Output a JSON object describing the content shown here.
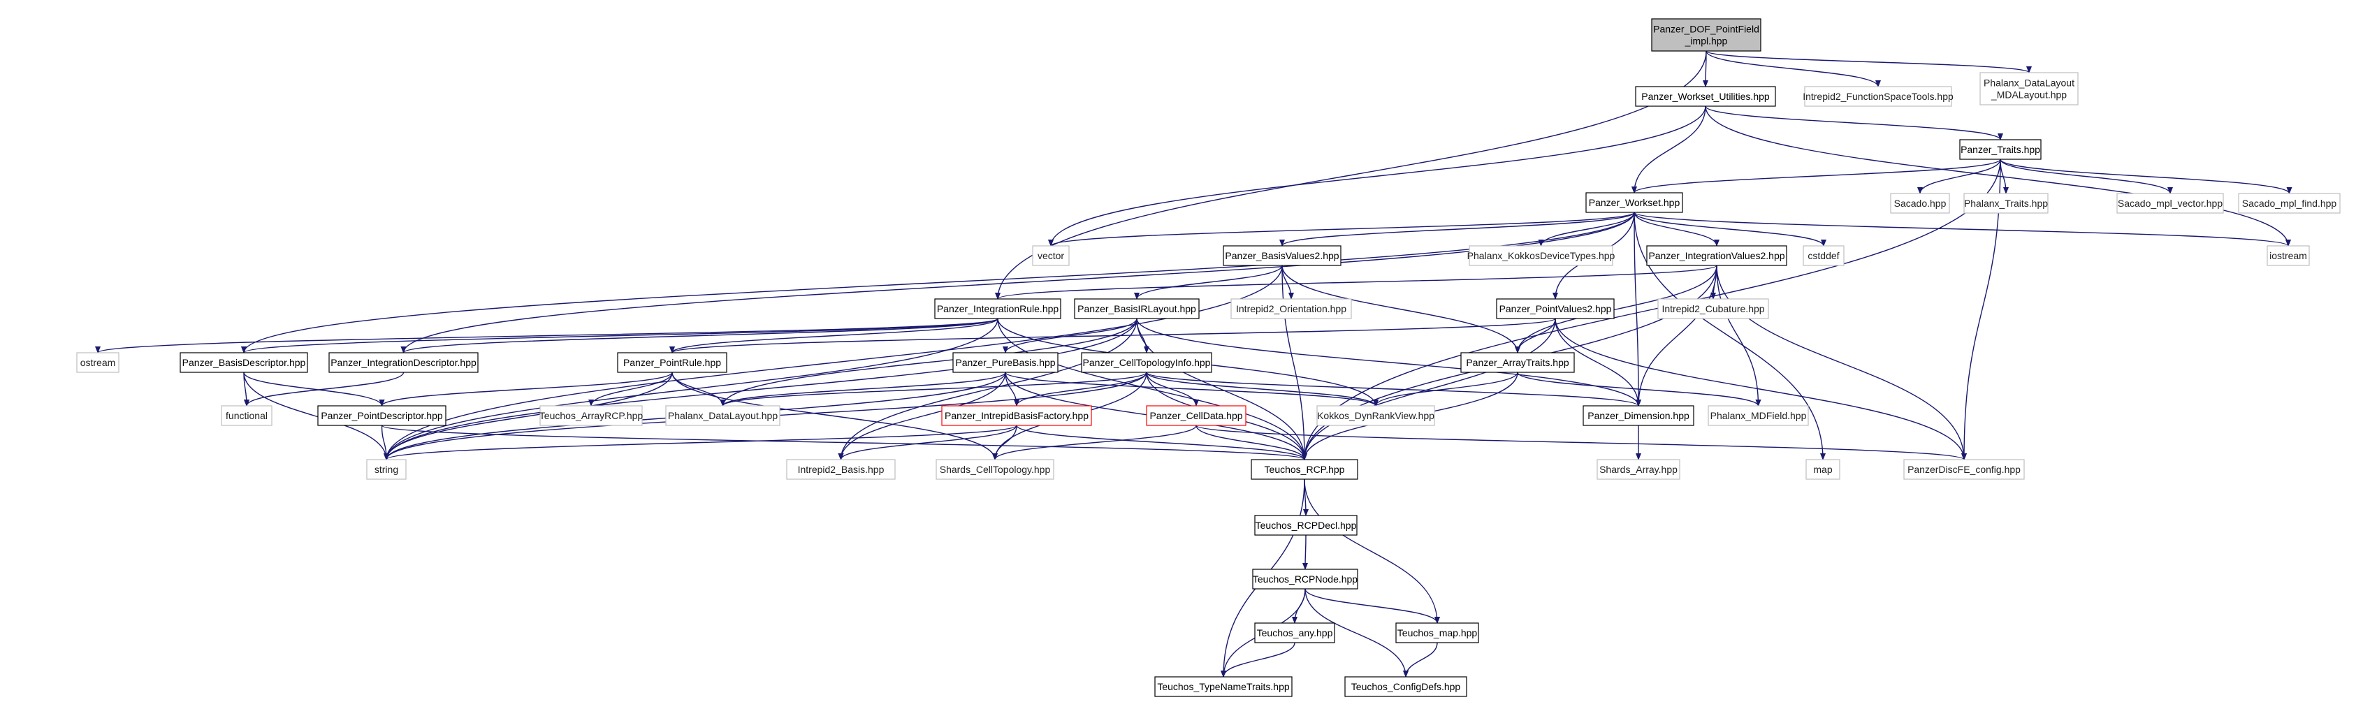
{
  "colors": {
    "edge": "#191970",
    "root_fill": "#bfbfbf",
    "node_border": "#000000",
    "external_border": "#bfbfbf",
    "incomplete_border": "#ff0000",
    "background": "#ffffff"
  },
  "nodes": [
    {
      "id": "root",
      "label": [
        "Panzer_DOF_PointField",
        "_impl.hpp"
      ],
      "style": "root"
    },
    {
      "id": "workset_util",
      "label": [
        "Panzer_Workset_Utilities.hpp"
      ],
      "style": "normal"
    },
    {
      "id": "intrepid2_fst",
      "label": [
        "Intrepid2_FunctionSpaceTools.hpp"
      ],
      "style": "external"
    },
    {
      "id": "phalanx_dl_mda",
      "label": [
        "Phalanx_DataLayout",
        "_MDALayout.hpp"
      ],
      "style": "external"
    },
    {
      "id": "traits",
      "label": [
        "Panzer_Traits.hpp"
      ],
      "style": "normal"
    },
    {
      "id": "sacado",
      "label": [
        "Sacado.hpp"
      ],
      "style": "external"
    },
    {
      "id": "phalanx_traits",
      "label": [
        "Phalanx_Traits.hpp"
      ],
      "style": "external"
    },
    {
      "id": "sacado_vector",
      "label": [
        "Sacado_mpl_vector.hpp"
      ],
      "style": "external"
    },
    {
      "id": "sacado_find",
      "label": [
        "Sacado_mpl_find.hpp"
      ],
      "style": "external"
    },
    {
      "id": "workset",
      "label": [
        "Panzer_Workset.hpp"
      ],
      "style": "normal"
    },
    {
      "id": "vector",
      "label": [
        "vector"
      ],
      "style": "external"
    },
    {
      "id": "basisvalues2",
      "label": [
        "Panzer_BasisValues2.hpp"
      ],
      "style": "normal"
    },
    {
      "id": "kokkos_dev",
      "label": [
        "Phalanx_KokkosDeviceTypes.hpp"
      ],
      "style": "external"
    },
    {
      "id": "intvalues2",
      "label": [
        "Panzer_IntegrationValues2.hpp"
      ],
      "style": "normal"
    },
    {
      "id": "cstddef",
      "label": [
        "cstddef"
      ],
      "style": "external"
    },
    {
      "id": "iostream",
      "label": [
        "iostream"
      ],
      "style": "external"
    },
    {
      "id": "intrule",
      "label": [
        "Panzer_IntegrationRule.hpp"
      ],
      "style": "normal"
    },
    {
      "id": "basisirlayout",
      "label": [
        "Panzer_BasisIRLayout.hpp"
      ],
      "style": "normal"
    },
    {
      "id": "intrepid2_orient",
      "label": [
        "Intrepid2_Orientation.hpp"
      ],
      "style": "external"
    },
    {
      "id": "pointvalues2",
      "label": [
        "Panzer_PointValues2.hpp"
      ],
      "style": "normal"
    },
    {
      "id": "intrepid2_cub",
      "label": [
        "Intrepid2_Cubature.hpp"
      ],
      "style": "external"
    },
    {
      "id": "ostream",
      "label": [
        "ostream"
      ],
      "style": "external"
    },
    {
      "id": "basisdesc",
      "label": [
        "Panzer_BasisDescriptor.hpp"
      ],
      "style": "normal"
    },
    {
      "id": "intdesc",
      "label": [
        "Panzer_IntegrationDescriptor.hpp"
      ],
      "style": "normal"
    },
    {
      "id": "pointrule",
      "label": [
        "Panzer_PointRule.hpp"
      ],
      "style": "normal"
    },
    {
      "id": "purebasis",
      "label": [
        "Panzer_PureBasis.hpp"
      ],
      "style": "normal"
    },
    {
      "id": "celltopo",
      "label": [
        "Panzer_CellTopologyInfo.hpp"
      ],
      "style": "normal"
    },
    {
      "id": "arraytraits",
      "label": [
        "Panzer_ArrayTraits.hpp"
      ],
      "style": "normal"
    },
    {
      "id": "functional",
      "label": [
        "functional"
      ],
      "style": "external"
    },
    {
      "id": "teuchos_arrayrcp",
      "label": [
        "Teuchos_ArrayRCP.hpp"
      ],
      "style": "external"
    },
    {
      "id": "phalanx_dl",
      "label": [
        "Phalanx_DataLayout.hpp"
      ],
      "style": "external"
    },
    {
      "id": "kokkos_drv",
      "label": [
        "Kokkos_DynRankView.hpp"
      ],
      "style": "external"
    },
    {
      "id": "dimension",
      "label": [
        "Panzer_Dimension.hpp"
      ],
      "style": "normal"
    },
    {
      "id": "phalanx_mdfield",
      "label": [
        "Phalanx_MDField.hpp"
      ],
      "style": "external"
    },
    {
      "id": "pointdesc",
      "label": [
        "Panzer_PointDescriptor.hpp"
      ],
      "style": "normal"
    },
    {
      "id": "intrepidbasisfactory",
      "label": [
        "Panzer_IntrepidBasisFactory.hpp"
      ],
      "style": "incomplete"
    },
    {
      "id": "celldata",
      "label": [
        "Panzer_CellData.hpp"
      ],
      "style": "incomplete"
    },
    {
      "id": "string",
      "label": [
        "string"
      ],
      "style": "external"
    },
    {
      "id": "intrepid2_basis",
      "label": [
        "Intrepid2_Basis.hpp"
      ],
      "style": "external"
    },
    {
      "id": "shards_ct",
      "label": [
        "Shards_CellTopology.hpp"
      ],
      "style": "external"
    },
    {
      "id": "teuchos_rcp",
      "label": [
        "Teuchos_RCP.hpp"
      ],
      "style": "normal"
    },
    {
      "id": "shards_array",
      "label": [
        "Shards_Array.hpp"
      ],
      "style": "external"
    },
    {
      "id": "map",
      "label": [
        "map"
      ],
      "style": "external"
    },
    {
      "id": "discfe_config",
      "label": [
        "PanzerDiscFE_config.hpp"
      ],
      "style": "external"
    },
    {
      "id": "teuchos_rcpdecl",
      "label": [
        "Teuchos_RCPDecl.hpp"
      ],
      "style": "normal"
    },
    {
      "id": "teuchos_rcpnode",
      "label": [
        "Teuchos_RCPNode.hpp"
      ],
      "style": "normal"
    },
    {
      "id": "teuchos_any",
      "label": [
        "Teuchos_any.hpp"
      ],
      "style": "normal"
    },
    {
      "id": "teuchos_map",
      "label": [
        "Teuchos_map.hpp"
      ],
      "style": "normal"
    },
    {
      "id": "teuchos_typenametraits",
      "label": [
        "Teuchos_TypeNameTraits.hpp"
      ],
      "style": "normal"
    },
    {
      "id": "teuchos_configdefs",
      "label": [
        "Teuchos_ConfigDefs.hpp"
      ],
      "style": "normal"
    }
  ],
  "edges": [
    [
      "root",
      "workset_util"
    ],
    [
      "root",
      "intrepid2_fst"
    ],
    [
      "root",
      "phalanx_dl_mda"
    ],
    [
      "root",
      "intrule"
    ],
    [
      "workset_util",
      "workset"
    ],
    [
      "workset_util",
      "traits"
    ],
    [
      "workset_util",
      "vector"
    ],
    [
      "workset_util",
      "iostream"
    ],
    [
      "traits",
      "workset"
    ],
    [
      "traits",
      "sacado"
    ],
    [
      "traits",
      "phalanx_traits"
    ],
    [
      "traits",
      "sacado_vector"
    ],
    [
      "traits",
      "sacado_find"
    ],
    [
      "traits",
      "teuchos_rcp"
    ],
    [
      "traits",
      "discfe_config"
    ],
    [
      "workset",
      "vector"
    ],
    [
      "workset",
      "basisvalues2"
    ],
    [
      "workset",
      "kokkos_dev"
    ],
    [
      "workset",
      "intvalues2"
    ],
    [
      "workset",
      "cstddef"
    ],
    [
      "workset",
      "iostream"
    ],
    [
      "workset",
      "pointvalues2"
    ],
    [
      "workset",
      "intdesc"
    ],
    [
      "workset",
      "basisdesc"
    ],
    [
      "workset",
      "dimension"
    ],
    [
      "workset",
      "map"
    ],
    [
      "basisvalues2",
      "basisirlayout"
    ],
    [
      "basisvalues2",
      "intrepid2_orient"
    ],
    [
      "basisvalues2",
      "arraytraits"
    ],
    [
      "basisvalues2",
      "teuchos_rcp"
    ],
    [
      "basisvalues2",
      "string"
    ],
    [
      "intvalues2",
      "intrule"
    ],
    [
      "intvalues2",
      "intrepid2_cub"
    ],
    [
      "intvalues2",
      "arraytraits"
    ],
    [
      "intvalues2",
      "dimension"
    ],
    [
      "intvalues2",
      "phalanx_mdfield"
    ],
    [
      "intvalues2",
      "teuchos_rcp"
    ],
    [
      "intvalues2",
      "discfe_config"
    ],
    [
      "intrule",
      "ostream"
    ],
    [
      "intrule",
      "basisdesc"
    ],
    [
      "intrule",
      "intdesc"
    ],
    [
      "intrule",
      "pointrule"
    ],
    [
      "intrule",
      "teuchos_rcp"
    ],
    [
      "intrule",
      "string"
    ],
    [
      "intrule",
      "kokkos_drv"
    ],
    [
      "basisirlayout",
      "purebasis"
    ],
    [
      "basisirlayout",
      "celltopo"
    ],
    [
      "basisirlayout",
      "phalanx_dl"
    ],
    [
      "basisirlayout",
      "teuchos_rcp"
    ],
    [
      "basisirlayout",
      "string"
    ],
    [
      "basisirlayout",
      "dimension"
    ],
    [
      "basisirlayout",
      "intrepid2_basis"
    ],
    [
      "pointvalues2",
      "pointrule"
    ],
    [
      "pointvalues2",
      "arraytraits"
    ],
    [
      "pointvalues2",
      "dimension"
    ],
    [
      "pointvalues2",
      "teuchos_rcp"
    ],
    [
      "pointvalues2",
      "discfe_config"
    ],
    [
      "basisdesc",
      "functional"
    ],
    [
      "basisdesc",
      "pointdesc"
    ],
    [
      "basisdesc",
      "string"
    ],
    [
      "intdesc",
      "functional"
    ],
    [
      "pointrule",
      "pointdesc"
    ],
    [
      "pointrule",
      "teuchos_arrayrcp"
    ],
    [
      "pointrule",
      "phalanx_dl"
    ],
    [
      "pointrule",
      "shards_ct"
    ],
    [
      "pointrule",
      "string"
    ],
    [
      "purebasis",
      "intrepidbasisfactory"
    ],
    [
      "purebasis",
      "phalanx_dl"
    ],
    [
      "purebasis",
      "kokkos_drv"
    ],
    [
      "purebasis",
      "teuchos_rcp"
    ],
    [
      "purebasis",
      "string"
    ],
    [
      "purebasis",
      "intrepid2_basis"
    ],
    [
      "celltopo",
      "celldata"
    ],
    [
      "celltopo",
      "intrepidbasisfactory"
    ],
    [
      "celltopo",
      "dimension"
    ],
    [
      "celltopo",
      "teuchos_rcp"
    ],
    [
      "celltopo",
      "phalanx_dl"
    ],
    [
      "celltopo",
      "kokkos_drv"
    ],
    [
      "celltopo",
      "string"
    ],
    [
      "celltopo",
      "shards_ct"
    ],
    [
      "arraytraits",
      "kokkos_drv"
    ],
    [
      "arraytraits",
      "phalanx_mdfield"
    ],
    [
      "arraytraits",
      "teuchos_rcp"
    ],
    [
      "dimension",
      "shards_array"
    ],
    [
      "pointdesc",
      "string"
    ],
    [
      "pointdesc",
      "teuchos_rcp"
    ],
    [
      "intrepidbasisfactory",
      "intrepid2_basis"
    ],
    [
      "intrepidbasisfactory",
      "shards_ct"
    ],
    [
      "intrepidbasisfactory",
      "teuchos_rcp"
    ],
    [
      "intrepidbasisfactory",
      "string"
    ],
    [
      "celldata",
      "shards_ct"
    ],
    [
      "celldata",
      "teuchos_rcp"
    ],
    [
      "celldata",
      "discfe_config"
    ],
    [
      "teuchos_rcp",
      "teuchos_rcpdecl"
    ],
    [
      "teuchos_rcp",
      "teuchos_map"
    ],
    [
      "teuchos_rcp",
      "teuchos_typenametraits"
    ],
    [
      "teuchos_rcpdecl",
      "teuchos_rcpnode"
    ],
    [
      "teuchos_rcpnode",
      "teuchos_any"
    ],
    [
      "teuchos_rcpnode",
      "teuchos_map"
    ],
    [
      "teuchos_rcpnode",
      "teuchos_typenametraits"
    ],
    [
      "teuchos_rcpnode",
      "teuchos_configdefs"
    ],
    [
      "teuchos_any",
      "teuchos_typenametraits"
    ],
    [
      "teuchos_map",
      "teuchos_configdefs"
    ]
  ]
}
